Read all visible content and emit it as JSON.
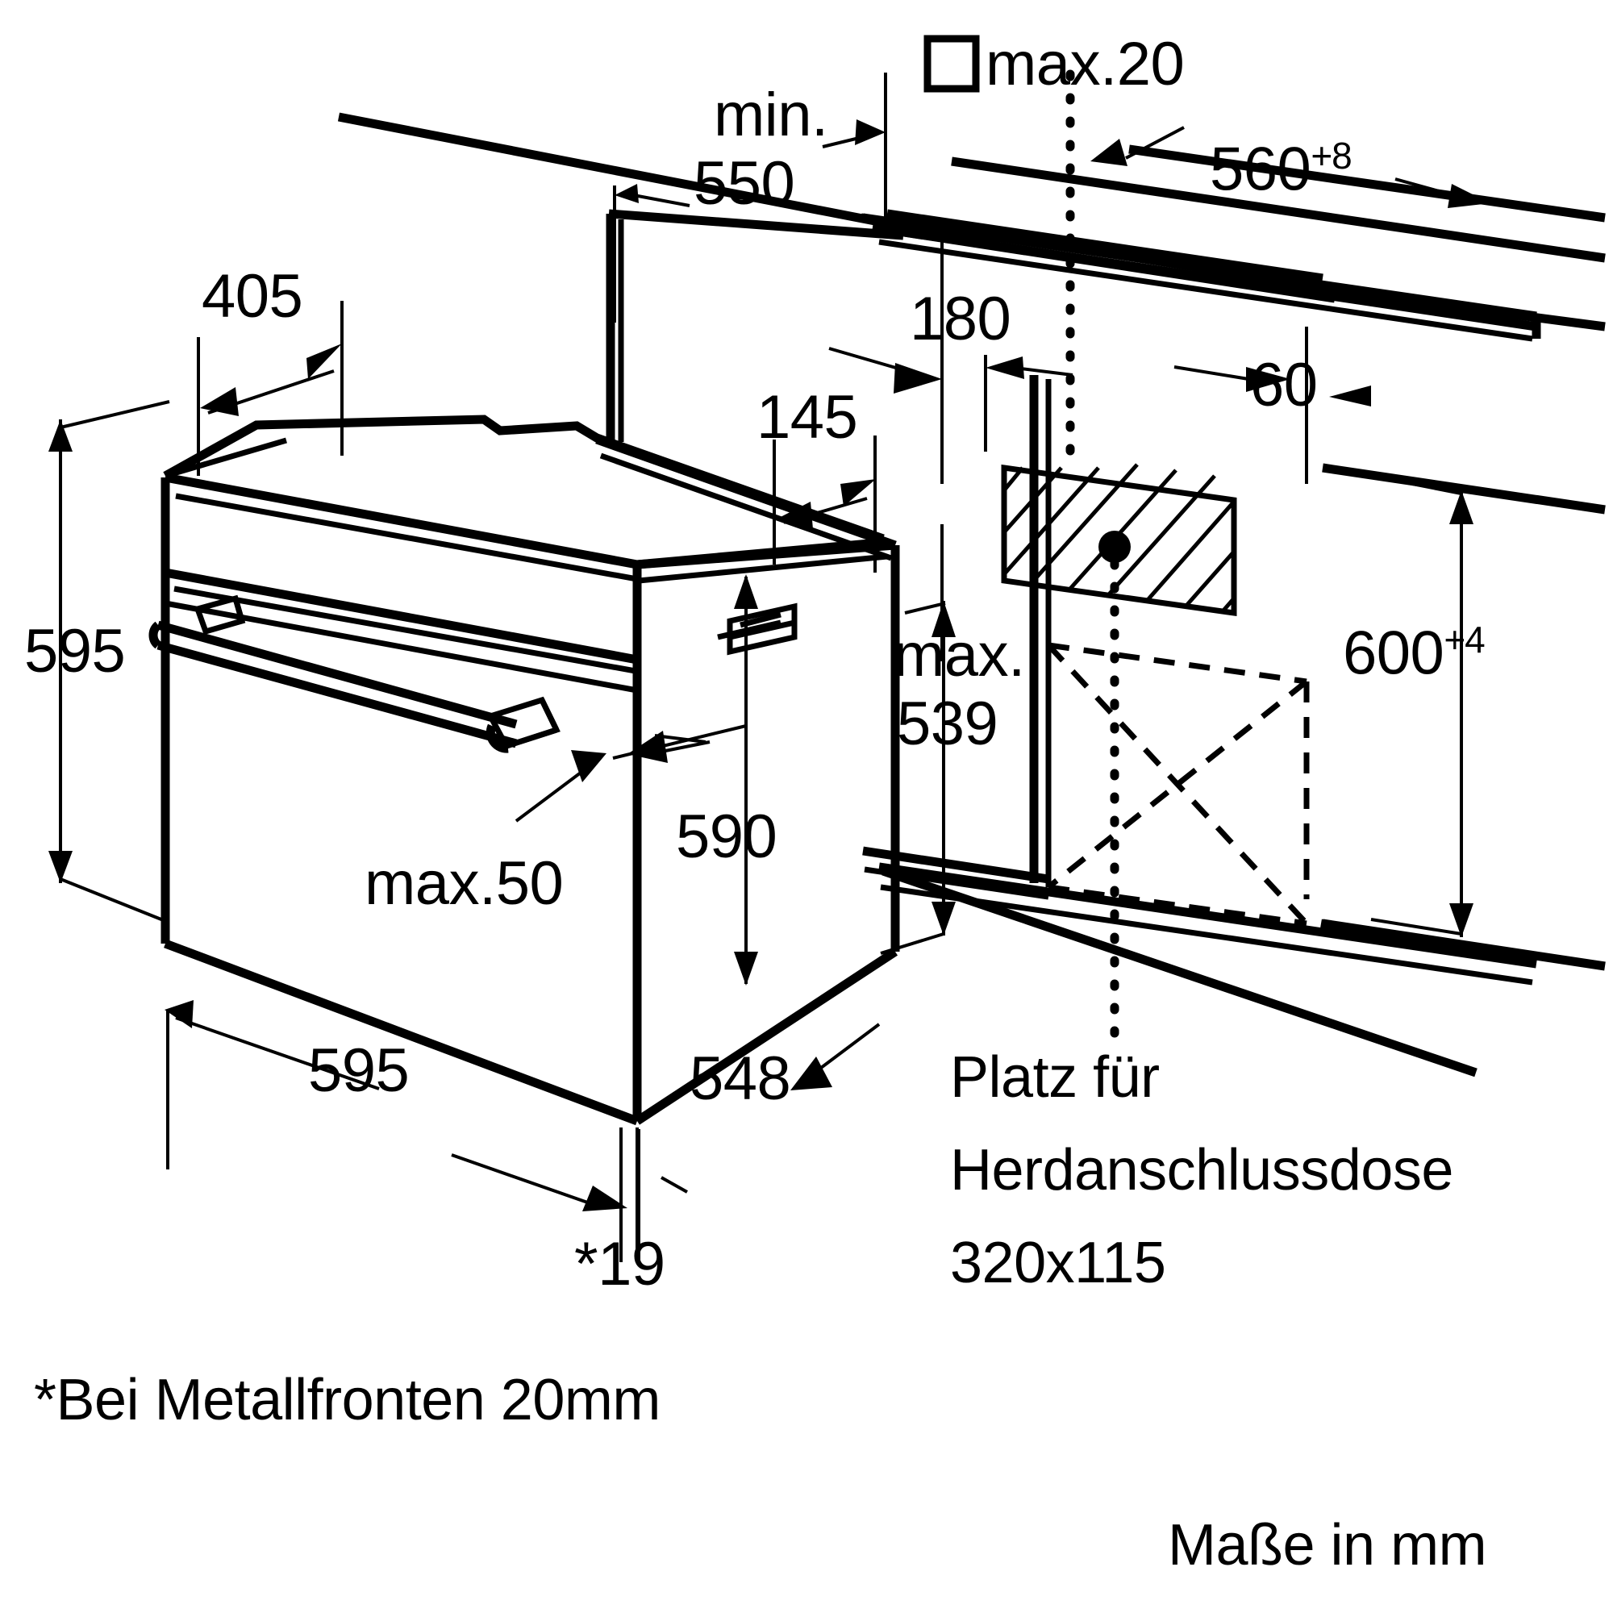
{
  "meta": {
    "title": "Einbaumaße Backofen",
    "units_note": "Maße in mm"
  },
  "dimensions": {
    "min_550": {
      "prefix": "min.",
      "value": "550"
    },
    "max_20": {
      "symbol": "□",
      "text": "max.20"
    },
    "niche_width": {
      "value": "560",
      "tolerance": "+8"
    },
    "d_405": {
      "value": "405"
    },
    "d_180": {
      "value": "180"
    },
    "d_145": {
      "value": "145"
    },
    "d_60": {
      "value": "60"
    },
    "d_595_height": {
      "value": "595"
    },
    "d_590": {
      "value": "590"
    },
    "niche_height": {
      "value": "600",
      "tolerance": "+4"
    },
    "max_539": {
      "prefix": "max.",
      "value": "539"
    },
    "max_50": {
      "text": "max.50"
    },
    "d_595_width": {
      "value": "595"
    },
    "d_548": {
      "value": "548"
    },
    "d_19": {
      "text": "*19"
    }
  },
  "annotations": {
    "socket_line1": "Platz für",
    "socket_line2": "Herdanschlussdose",
    "socket_line3": "320x115",
    "footnote": "*Bei Metallfronten 20mm",
    "units": "Maße in mm"
  },
  "chart_data": {
    "type": "table",
    "title": "Einbaumaße (mm)",
    "categories": [
      "min. 550",
      "max.20",
      "560+8",
      "405",
      "180",
      "145",
      "60",
      "595",
      "590",
      "600+4",
      "max. 539",
      "max.50",
      "595",
      "548",
      "*19",
      "320x115"
    ],
    "values": [
      550,
      20,
      560,
      405,
      180,
      145,
      60,
      595,
      590,
      600,
      539,
      50,
      595,
      548,
      19,
      320
    ]
  }
}
